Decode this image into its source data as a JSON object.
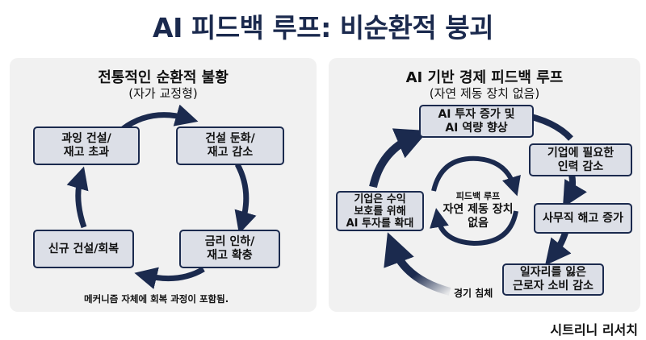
{
  "title": "AI 피드백 루프: 비순환적 붕괴",
  "left_panel": {
    "title": "전통적인 순환적 불황",
    "subtitle": "(자가 교정형)",
    "boxes": [
      {
        "text": "과잉 건설/\n재고 초과"
      },
      {
        "text": "건설 둔화/\n재고 감소"
      },
      {
        "text": "금리 인하/\n재고 확충"
      },
      {
        "text": "신규 건설/회복"
      }
    ],
    "note": "메커니즘 자체에 회복 과정이 포함됨."
  },
  "right_panel": {
    "title": "AI 기반 경제 피드백 루프",
    "subtitle": "(자연 제동 장치 없음)",
    "boxes": [
      {
        "text": "AI 투자 증가 및\nAI 역량 향상"
      },
      {
        "text": "기업에 필요한\n인력 감소"
      },
      {
        "text": "사무직 해고 증가"
      },
      {
        "text": "일자리를 잃은\n근로자 소비 감소"
      },
      {
        "text": "기업은 수익\n보호를 위해\nAI 투자를 확대"
      }
    ],
    "recession_label": "경기 침체",
    "center_small": "피드백 루프",
    "center_big": "자연 제동 장치\n없음"
  },
  "credit": "시트리니 리서치",
  "colors": {
    "navy": "#1b2a4e",
    "box_fill": "#dcdfe7",
    "panel_bg": "#f1f1f1"
  }
}
